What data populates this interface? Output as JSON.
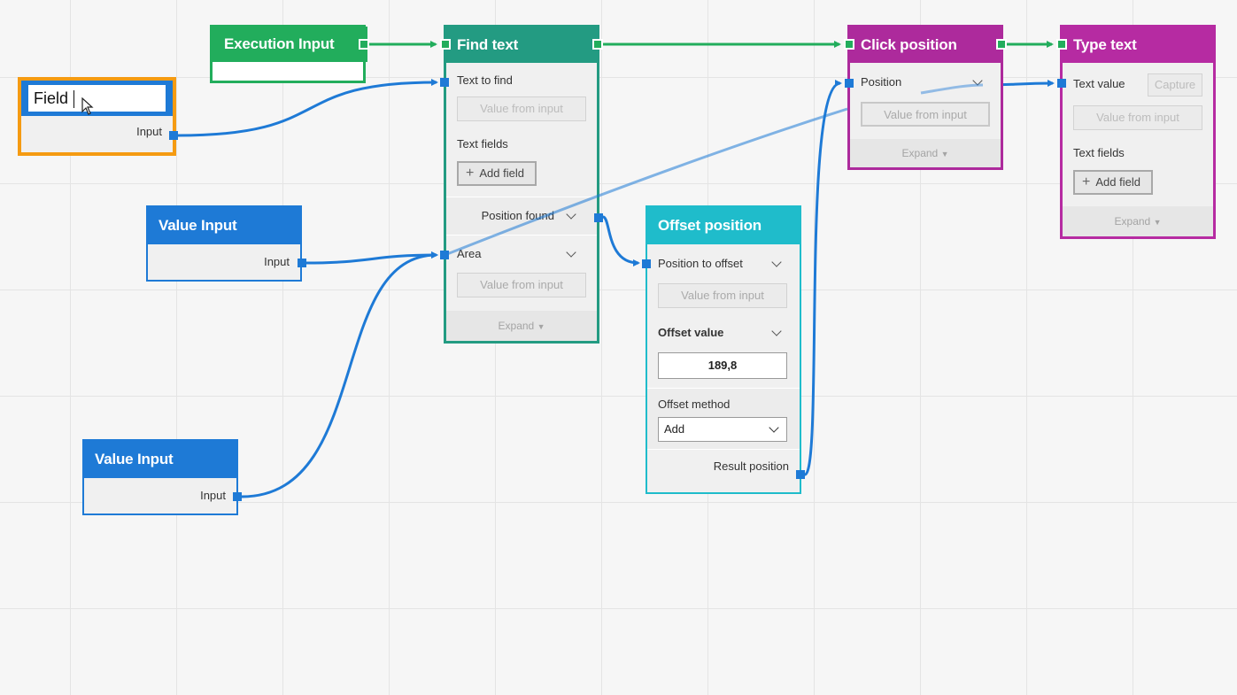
{
  "field_node": {
    "input_value": "Field",
    "port_label": "Input"
  },
  "execution_input": {
    "title": "Execution Input"
  },
  "value_input_1": {
    "title": "Value Input",
    "port_label": "Input"
  },
  "value_input_2": {
    "title": "Value Input",
    "port_label": "Input"
  },
  "find_text": {
    "title": "Find text",
    "text_to_find_label": "Text to find",
    "value_from_input": "Value from input",
    "text_fields_label": "Text fields",
    "add_field": "Add field",
    "position_found": "Position found",
    "area_label": "Area",
    "area_value_from_input": "Value from input",
    "expand": "Expand"
  },
  "offset_position": {
    "title": "Offset position",
    "position_to_offset": "Position to offset",
    "value_from_input": "Value from input",
    "offset_value_label": "Offset value",
    "offset_value": "189,8",
    "offset_method_label": "Offset method",
    "offset_method_selected": "Add",
    "result_position": "Result position"
  },
  "click_position": {
    "title": "Click position",
    "position_label": "Position",
    "value_from_input": "Value from input",
    "expand": "Expand"
  },
  "type_text": {
    "title": "Type text",
    "text_value_label": "Text value",
    "capture": "Capture",
    "value_from_input": "Value from input",
    "text_fields_label": "Text fields",
    "add_field": "Add field",
    "expand": "Expand"
  },
  "colors": {
    "execution": "#22ad5c",
    "find_text": "#239b82",
    "value_input": "#1e7ad6",
    "offset_position": "#1fbccb",
    "click_position": "#ad2a9c",
    "type_text": "#b62ba2",
    "selection": "#f59b12",
    "wire_blue": "#1e7ad6",
    "wire_green": "#22ad5c"
  }
}
